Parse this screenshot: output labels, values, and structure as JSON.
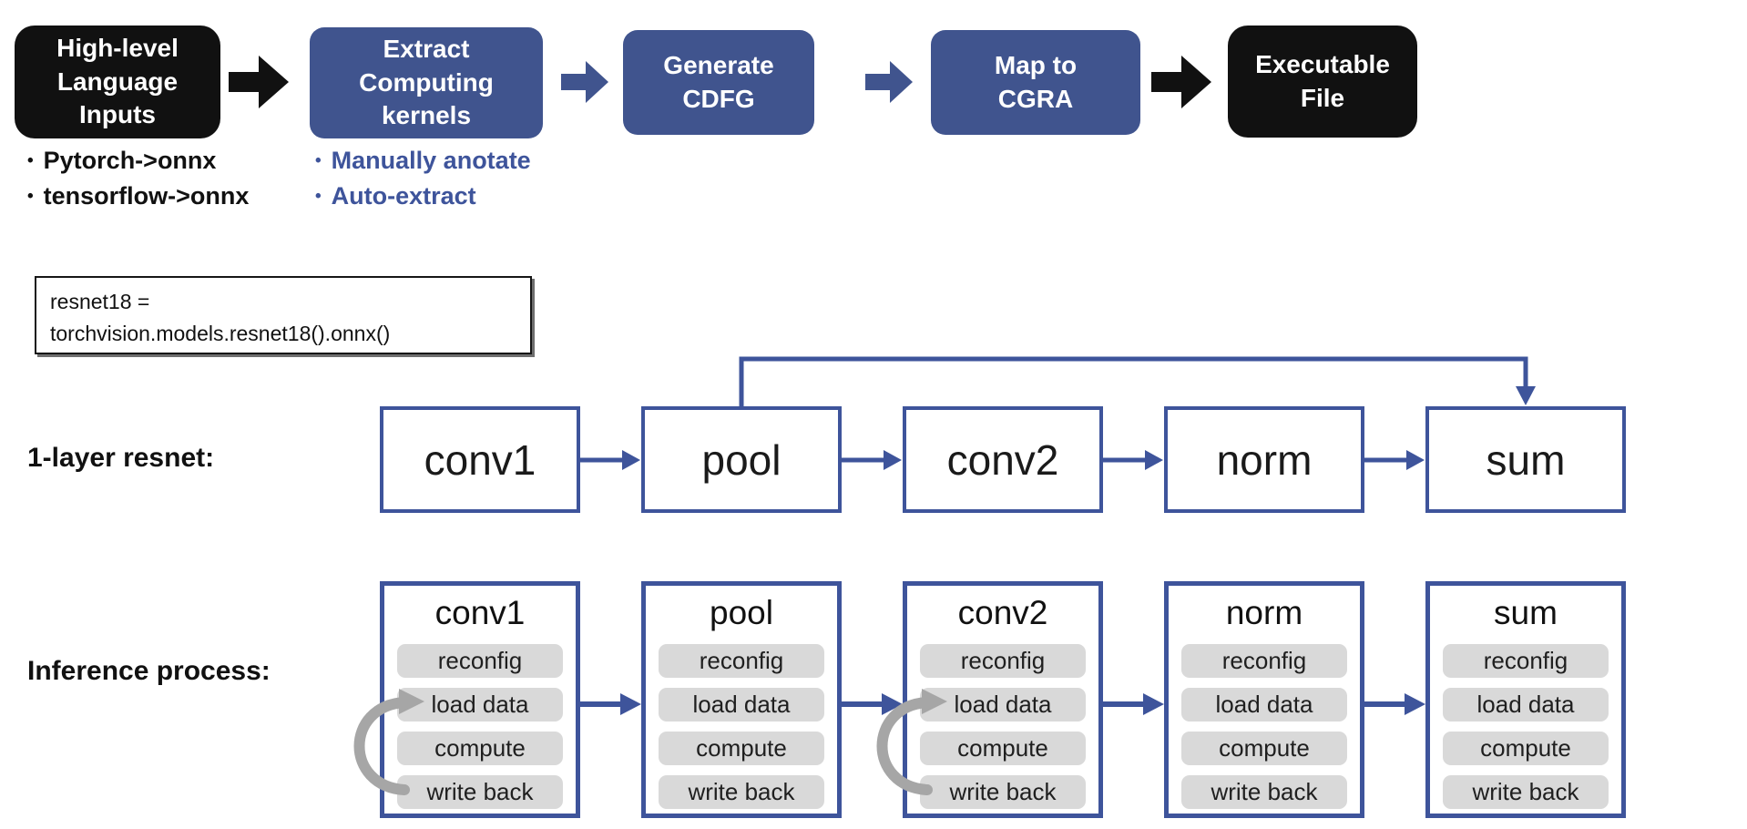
{
  "colors": {
    "box_black": "#111111",
    "box_blue": "#40548e",
    "line_blue": "#3e549b",
    "pill_gray": "#d9d9d9",
    "loop_gray": "#a6a6a6",
    "note_blue": "#3e549b"
  },
  "pipeline": {
    "steps": [
      {
        "label": "High-level\nLanguage\nInputs",
        "style": "black"
      },
      {
        "label": "Extract\nComputing\nkernels",
        "style": "blue"
      },
      {
        "label": "Generate\nCDFG",
        "style": "blue"
      },
      {
        "label": "Map to\nCGRA",
        "style": "blue"
      },
      {
        "label": "Executable\nFile",
        "style": "black"
      }
    ]
  },
  "notes": {
    "bullet_char": "•",
    "input_notes": [
      "Pytorch->onnx",
      "tensorflow->onnx"
    ],
    "kernel_notes": [
      "Manually anotate",
      "Auto-extract"
    ]
  },
  "code_box": {
    "line1": "resnet18 =",
    "line2": "torchvision.models.resnet18().onnx()"
  },
  "resnet_flow": {
    "label": "1-layer resnet:",
    "nodes": [
      "conv1",
      "pool",
      "conv2",
      "norm",
      "sum"
    ],
    "skip_connection": "pool -> sum"
  },
  "inference": {
    "label": "Inference process:",
    "stages": [
      "conv1",
      "pool",
      "conv2",
      "norm",
      "sum"
    ],
    "steps": [
      "reconfig",
      "load data",
      "compute",
      "write back"
    ],
    "loop_stages": [
      "conv1",
      "conv2"
    ]
  }
}
